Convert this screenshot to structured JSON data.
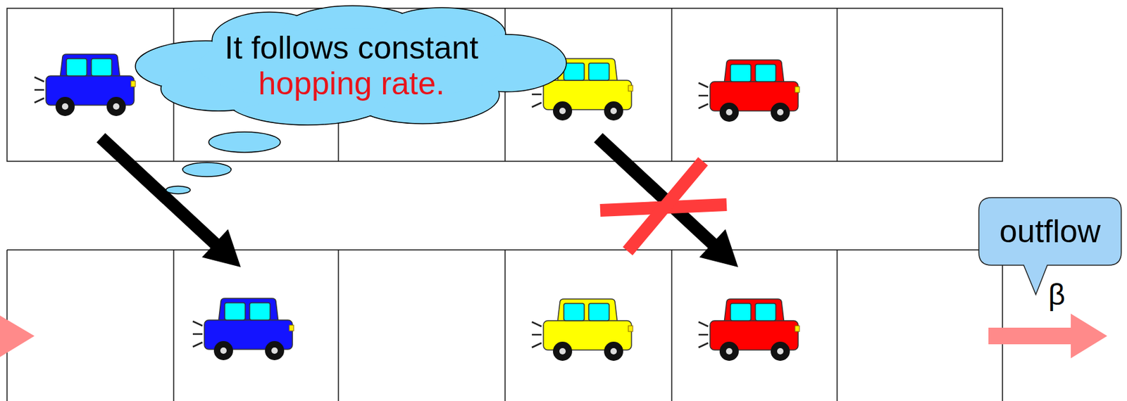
{
  "diagram": {
    "nodes": [
      {
        "text": [
          "It follows constant",
          "hopping rate."
        ]
      },
      {
        "text": [
          "outflow"
        ]
      }
    ],
    "labels": [
      "β"
    ]
  }
}
